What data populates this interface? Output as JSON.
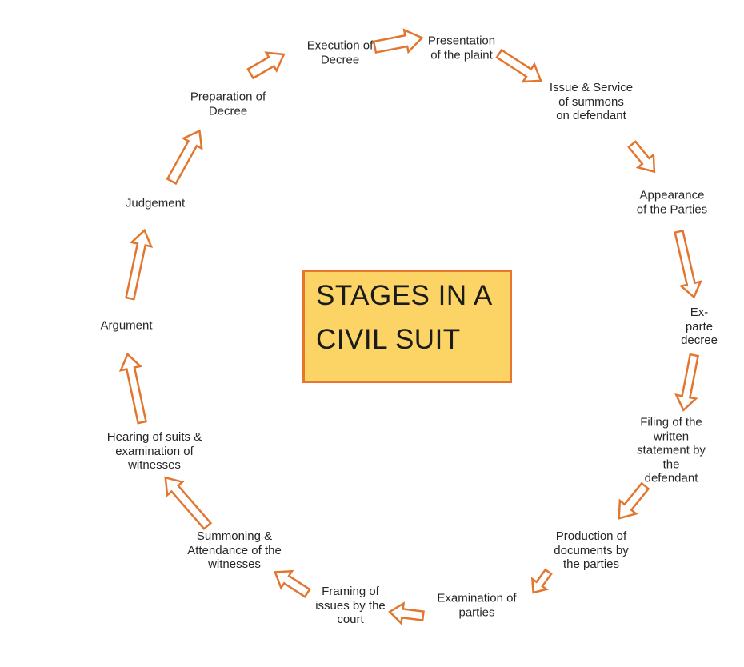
{
  "diagram": {
    "title": {
      "line1": "STAGES IN A",
      "line2": "CIVIL SUIT"
    },
    "stages": [
      {
        "id": "presentation-of-the-plaint",
        "label": "Presentation\nof the plaint"
      },
      {
        "id": "issue-service-of-summons",
        "label": "Issue & Service\nof summons\non defendant"
      },
      {
        "id": "appearance-of-the-parties",
        "label": "Appearance\nof the Parties"
      },
      {
        "id": "ex-parte-decree",
        "label": "Ex-parte\ndecree"
      },
      {
        "id": "filing-of-written-statement",
        "label": "Filing of the\nwritten\nstatement by the\ndefendant"
      },
      {
        "id": "production-of-documents",
        "label": "Production of\ndocuments by\nthe parties"
      },
      {
        "id": "examination-of-parties",
        "label": "Examination of\nparties"
      },
      {
        "id": "framing-of-issues",
        "label": "Framing of\nissues by the\ncourt"
      },
      {
        "id": "summoning-attendance-witnesses",
        "label": "Summoning &\nAttendance of the\nwitnesses"
      },
      {
        "id": "hearing-of-suits",
        "label": "Hearing of suits &\nexamination of\nwitnesses"
      },
      {
        "id": "argument",
        "label": "Argument"
      },
      {
        "id": "judgement",
        "label": "Judgement"
      },
      {
        "id": "preparation-of-decree",
        "label": "Preparation of\nDecree"
      },
      {
        "id": "execution-of-decree",
        "label": "Execution of\nDecree"
      }
    ],
    "flow": [
      {
        "from": "presentation-of-the-plaint",
        "to": "issue-service-of-summons"
      },
      {
        "from": "issue-service-of-summons",
        "to": "appearance-of-the-parties"
      },
      {
        "from": "appearance-of-the-parties",
        "to": "ex-parte-decree"
      },
      {
        "from": "ex-parte-decree",
        "to": "filing-of-written-statement"
      },
      {
        "from": "filing-of-written-statement",
        "to": "production-of-documents"
      },
      {
        "from": "production-of-documents",
        "to": "examination-of-parties"
      },
      {
        "from": "examination-of-parties",
        "to": "framing-of-issues"
      },
      {
        "from": "framing-of-issues",
        "to": "summoning-attendance-witnesses"
      },
      {
        "from": "summoning-attendance-witnesses",
        "to": "hearing-of-suits"
      },
      {
        "from": "hearing-of-suits",
        "to": "argument"
      },
      {
        "from": "argument",
        "to": "judgement"
      },
      {
        "from": "judgement",
        "to": "preparation-of-decree"
      },
      {
        "from": "preparation-of-decree",
        "to": "execution-of-decree"
      },
      {
        "from": "execution-of-decree",
        "to": "presentation-of-the-plaint"
      }
    ],
    "colors": {
      "arrow_outline": "#E2762F",
      "box_fill": "#FBD465",
      "box_border": "#E8762C",
      "label_text": "#262626",
      "background": "#FFFFFF"
    }
  }
}
